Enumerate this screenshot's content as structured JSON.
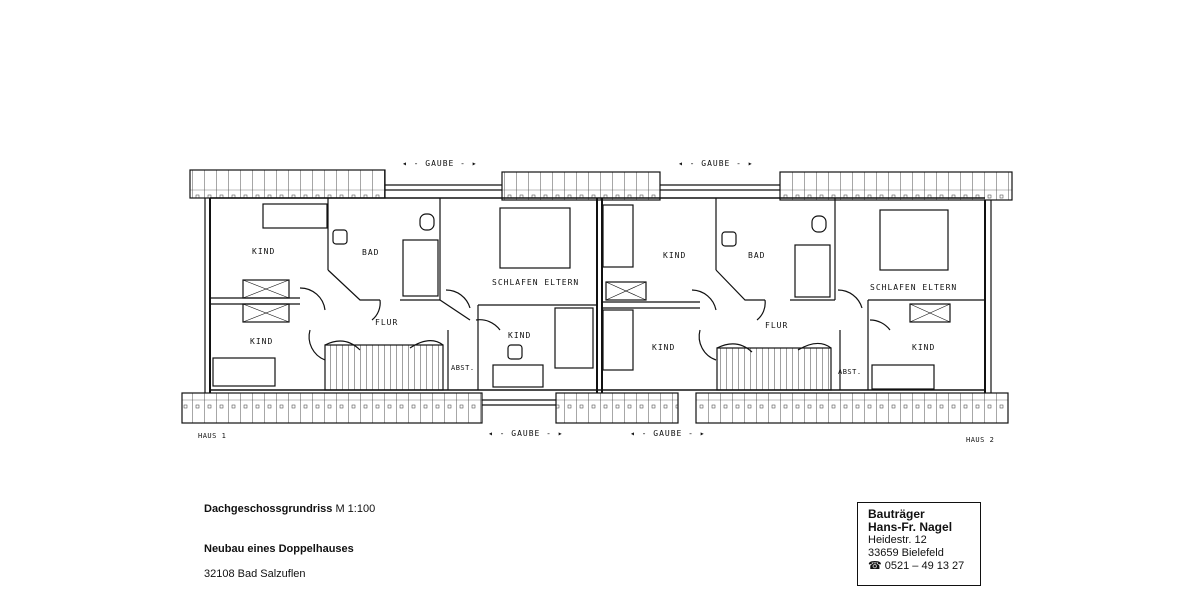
{
  "plan": {
    "labels": {
      "gaube": "GAUBE",
      "kind": "KIND",
      "bad": "BAD",
      "schlafen_eltern": "SCHLAFEN ELTERN",
      "flur": "FLUR",
      "abst": "ABST.",
      "haus1": "HAUS 1",
      "haus2": "HAUS 2"
    }
  },
  "caption": {
    "title_bold": "Dachgeschossgrundriss",
    "scale": "M 1:100",
    "project": "Neubau eines Doppelhauses",
    "location": "32108 Bad Salzuflen"
  },
  "builder": {
    "line1": "Bauträger",
    "line2": "Hans-Fr. Nagel",
    "street": "Heidestr. 12",
    "city": "33659 Bielefeld",
    "phone_icon": "phone-icon",
    "phone": "0521 – 49 13 27"
  }
}
